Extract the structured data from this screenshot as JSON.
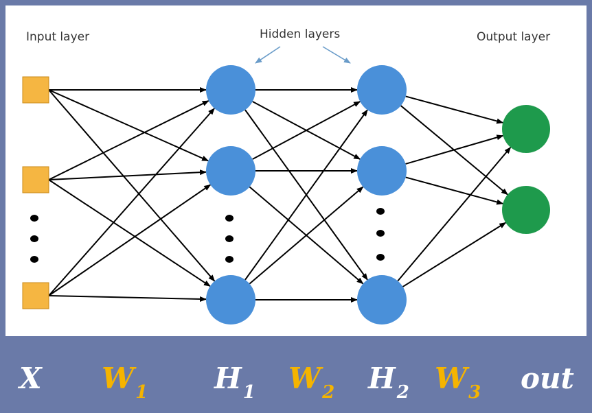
{
  "labels": {
    "input": "Input layer",
    "hidden": "Hidden layers",
    "output": "Output layer"
  },
  "symbols": {
    "x": "X",
    "w": "W",
    "w1_sub": "1",
    "h": "H",
    "h1_sub": "1",
    "w2_sub": "2",
    "h2_sub": "2",
    "w3_sub": "3",
    "out": "out"
  },
  "colors": {
    "frame": "#6a7aa8",
    "panel": "#ffffff",
    "input_node": "#f5b642",
    "hidden_node": "#4a90d9",
    "output_node": "#1e9a4c",
    "edge": "#000000",
    "callout_arrow": "#6a9cc9",
    "symbol_white": "#ffffff",
    "symbol_yellow": "#f5b400"
  }
}
